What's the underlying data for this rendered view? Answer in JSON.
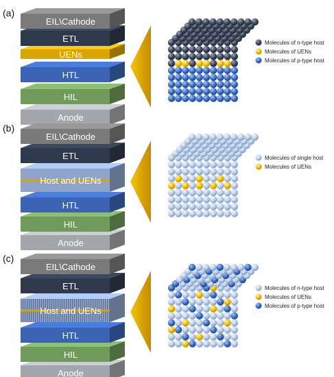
{
  "colors": {
    "cathode": "#7a7a7a",
    "etl": "#2e3a4c",
    "uens": "#d9a400",
    "htl": "#3b64b4",
    "hil": "#6f9a5a",
    "anode": "#a3a6ab",
    "host_single": "#b7c9e6",
    "host_ueins_layer": "#8fa4c9",
    "n_type": "#3b4658",
    "p_type": "#3b6fc9",
    "light_host": "#b9cde9",
    "uens_sphere": "#f2c200",
    "funnel": "#e7b000"
  },
  "panels": [
    {
      "label": "(a)",
      "layers": [
        {
          "text": "EIL\\Cathode",
          "color": "cathode"
        },
        {
          "text": "ETL",
          "color": "etl"
        },
        {
          "text": "UENs",
          "color": "uens"
        },
        {
          "text": "HTL",
          "color": "htl"
        },
        {
          "text": "HIL",
          "color": "hil"
        },
        {
          "text": "Anode",
          "color": "anode"
        }
      ],
      "legend": [
        {
          "text": "Molecules of n-type host",
          "color": "n_type"
        },
        {
          "text": "Molecules of UENs",
          "color": "uens_sphere"
        },
        {
          "text": "Molecules of p-type host",
          "color": "p_type"
        }
      ]
    },
    {
      "label": "(b)",
      "layers": [
        {
          "text": "EIL\\Cathode",
          "color": "cathode"
        },
        {
          "text": "ETL",
          "color": "etl"
        },
        {
          "text": "Host and UENs",
          "color": "host_ueins_layer"
        },
        {
          "text": "HTL",
          "color": "htl"
        },
        {
          "text": "HIL",
          "color": "hil"
        },
        {
          "text": "Anode",
          "color": "anode"
        }
      ],
      "legend": [
        {
          "text": "Molecules of single host",
          "color": "light_host"
        },
        {
          "text": "Molecules of UENs",
          "color": "uens_sphere"
        }
      ]
    },
    {
      "label": "(c)",
      "layers": [
        {
          "text": "EIL\\Cathode",
          "color": "cathode"
        },
        {
          "text": "ETL",
          "color": "etl"
        },
        {
          "text": "Host and UENs",
          "color": "host_ueins_layer"
        },
        {
          "text": "HTL",
          "color": "htl"
        },
        {
          "text": "HIL",
          "color": "hil"
        },
        {
          "text": "Anode",
          "color": "anode"
        }
      ],
      "legend": [
        {
          "text": "Molecules of n-type host",
          "color": "light_host"
        },
        {
          "text": "Molecules of UENs",
          "color": "uens_sphere"
        },
        {
          "text": "Molecules of p-type host",
          "color": "p_type"
        }
      ]
    }
  ]
}
